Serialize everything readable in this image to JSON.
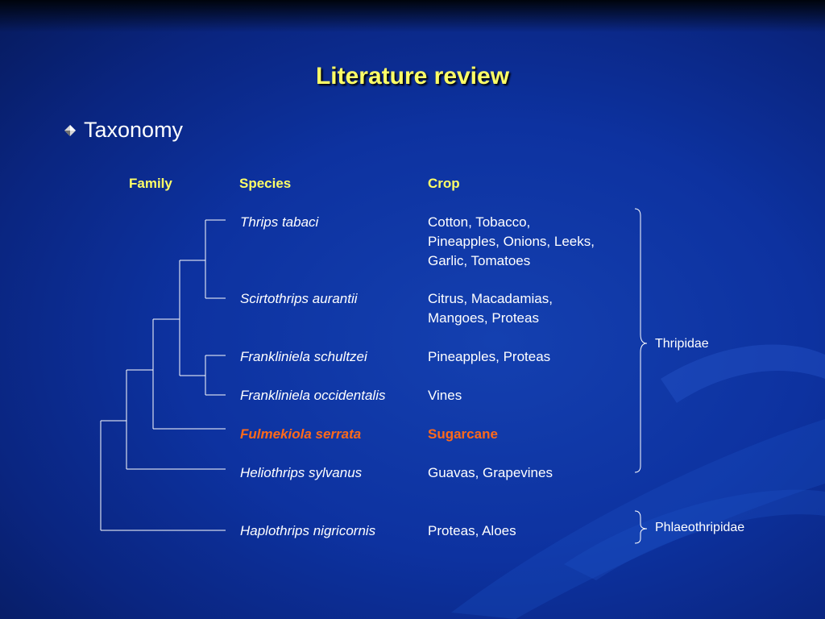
{
  "slide": {
    "title": "Literature review",
    "bullet": "Taxonomy"
  },
  "table": {
    "headers": {
      "family": "Family",
      "species": "Species",
      "crop": "Crop"
    },
    "rows": [
      {
        "species": "Thrips tabaci",
        "crop": [
          "Cotton, Tobacco,",
          "Pineapples, Onions, Leeks,",
          "Garlic, Tomatoes"
        ],
        "highlight": false
      },
      {
        "species": "Scirtothrips aurantii",
        "crop": [
          "Citrus, Macadamias,",
          "Mangoes, Proteas"
        ],
        "highlight": false
      },
      {
        "species": "Frankliniela schultzei",
        "crop": [
          "Pineapples, Proteas"
        ],
        "highlight": false
      },
      {
        "species": "Frankliniela occidentalis",
        "crop": [
          "Vines"
        ],
        "highlight": false
      },
      {
        "species": "Fulmekiola serrata",
        "crop": [
          "Sugarcane"
        ],
        "highlight": true
      },
      {
        "species": "Heliothrips sylvanus",
        "crop": [
          "Guavas, Grapevines"
        ],
        "highlight": false
      },
      {
        "species": "Haplothrips nigricornis",
        "crop": [
          "Proteas, Aloes"
        ],
        "highlight": false
      }
    ],
    "families": [
      "Thripidae",
      "Phlaeothripidae"
    ]
  },
  "colors": {
    "title": "#ffff66",
    "highlight": "#ff6a1a",
    "text": "#ffffff"
  }
}
